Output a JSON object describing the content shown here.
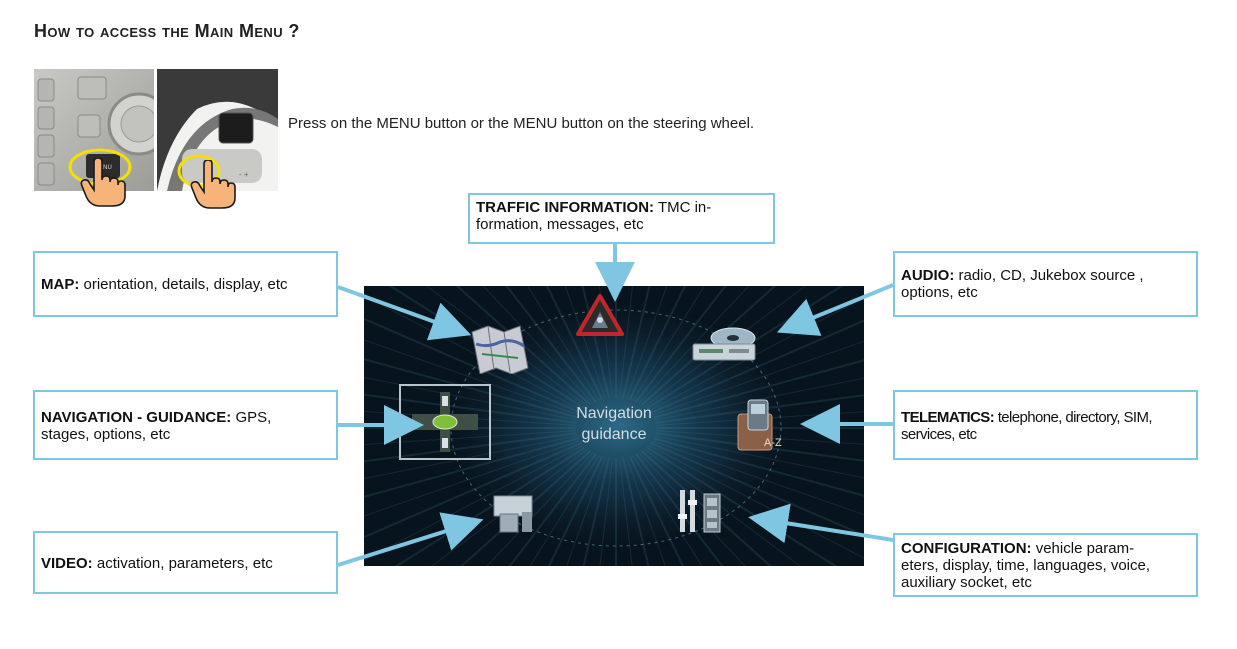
{
  "header": {
    "title": "How to access the Main Menu ?"
  },
  "instruction": {
    "text": "Press on the MENU button or the MENU button on the steering wheel."
  },
  "colors": {
    "callout_border": "#7fc6e3",
    "arrow": "#7fc6e3",
    "highlight_ring": "#f5e000"
  },
  "screen": {
    "center_line1": "Navigation",
    "center_line2": "guidance"
  },
  "callouts": {
    "traffic": {
      "label": "TRAFFIC INFORMATION:",
      "line1": "TMC in-",
      "line2": "formation, messages, etc"
    },
    "map": {
      "label": "MAP:",
      "text": "orientation, details, display, etc"
    },
    "audio": {
      "label": "AUDIO:",
      "line1": "radio, CD, Jukebox source ,",
      "line2": "options, etc"
    },
    "navigation": {
      "label": "NAVIGATION - GUIDANCE:",
      "line1": "GPS,",
      "line2": "stages, options, etc"
    },
    "telematics": {
      "label": "TELEMATICS:",
      "line1": "telephone, directory, SIM,",
      "line2": "services, etc"
    },
    "video": {
      "label": "VIDEO:",
      "text": "activation, parameters, etc"
    },
    "configuration": {
      "label": "CONFIGURATION:",
      "line1": "vehicle param-",
      "line2": "eters, display, time, languages, voice,",
      "line3": "auxiliary socket, etc"
    }
  }
}
